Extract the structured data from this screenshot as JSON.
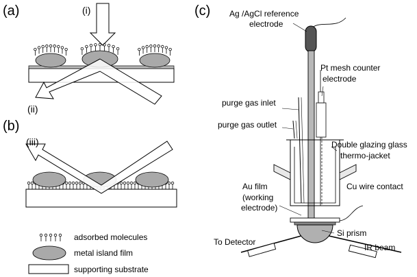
{
  "panels": {
    "a": {
      "label": "(a)",
      "beam_in": "(i)",
      "beam_out": "(ii)"
    },
    "b": {
      "label": "(b)",
      "beam_out": "(iii)"
    },
    "c": {
      "label": "(c)"
    }
  },
  "legend": {
    "molecules": "adsorbed molecules",
    "island": "metal island film",
    "substrate": "supporting substrate"
  },
  "cell": {
    "ref_line1": "Ag /AgCl reference",
    "ref_line2": "electrode",
    "pt_line1": "Pt mesh counter",
    "pt_line2": "electrode",
    "purge_inlet": "purge gas inlet",
    "purge_outlet": "purge gas outlet",
    "glass_line1": "Double glazing glass",
    "glass_line2": "thermo-jacket",
    "au_line1": "Au film",
    "au_line2": "(working",
    "au_line3": "electrode)",
    "cu": "Cu wire contact",
    "si": "Si prism",
    "detector": "To Detector",
    "ir": "IR beam"
  },
  "colors": {
    "island_fill": "#a9a9a9",
    "electrode_fill": "#666666",
    "rod_fill": "#b8b8b8",
    "prism_fill": "#b0b0b0",
    "jacket_fill": "#e8e8e8"
  }
}
